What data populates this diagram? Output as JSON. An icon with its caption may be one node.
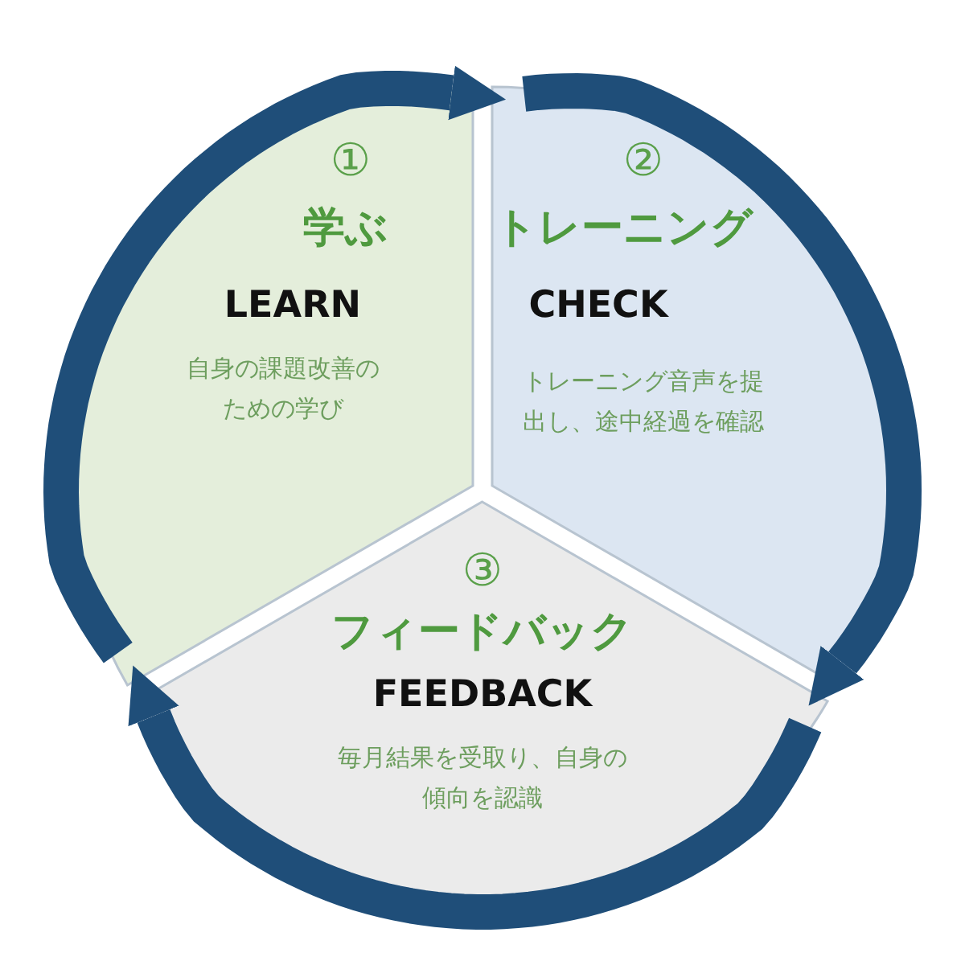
{
  "diagram": {
    "nodes": [
      {
        "text": [
          "①",
          "学ぶ",
          "LEARN",
          "自身の課題改善のための学び"
        ]
      },
      {
        "text": [
          "②",
          "トレーニング",
          "CHECK",
          "トレーニング音声を提出し、途中経過を確認"
        ]
      },
      {
        "text": [
          "③",
          "フィードバック",
          "FEEDBACK",
          "毎月結果を受取り、自身の傾向を認識"
        ]
      }
    ],
    "edges": [
      {
        "from": 0,
        "to": 1,
        "arrow": "to"
      },
      {
        "from": 1,
        "to": 2,
        "arrow": "to"
      },
      {
        "from": 2,
        "to": 0,
        "arrow": "to"
      }
    ]
  }
}
